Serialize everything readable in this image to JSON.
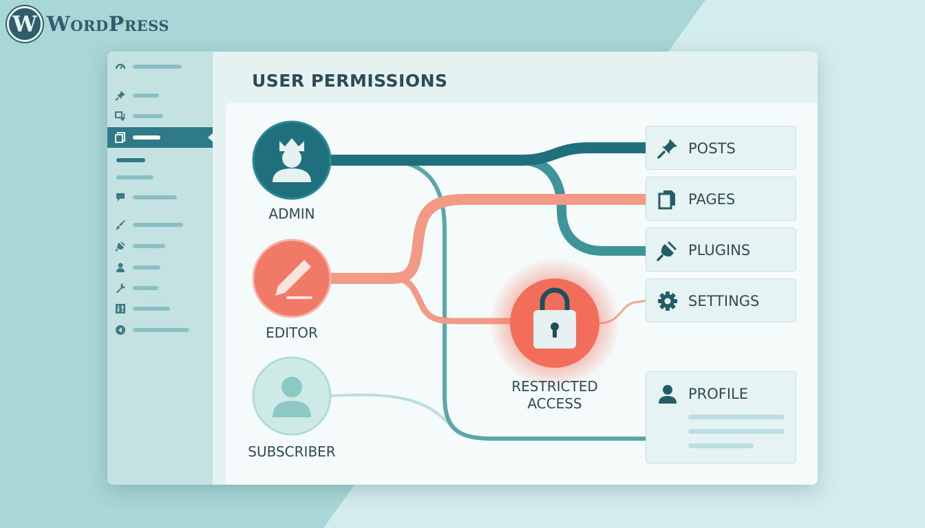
{
  "brand": {
    "logo_letter": "W",
    "name": "WordPress"
  },
  "page_title": "USER PERMISSIONS",
  "sidebar": {
    "items": [
      {
        "icon": "dashboard-icon",
        "active": false
      },
      {
        "icon": "pin-icon",
        "active": false
      },
      {
        "icon": "media-icon",
        "active": false
      },
      {
        "icon": "pages-icon",
        "active": true
      },
      {
        "icon": "none",
        "active": false
      },
      {
        "icon": "none",
        "active": false
      },
      {
        "icon": "comment-icon",
        "active": false
      },
      {
        "icon": "brush-icon",
        "active": false
      },
      {
        "icon": "plug-icon",
        "active": false
      },
      {
        "icon": "user-icon",
        "active": false
      },
      {
        "icon": "wrench-icon",
        "active": false
      },
      {
        "icon": "sliders-icon",
        "active": false
      },
      {
        "icon": "collapse-icon",
        "active": false
      }
    ]
  },
  "roles": {
    "admin": "ADMIN",
    "editor": "EDITOR",
    "subscriber": "SUBSCRIBER"
  },
  "restricted": {
    "line1": "RESTRICTED",
    "line2": "ACCESS"
  },
  "permissions": {
    "posts": "POSTS",
    "pages": "PAGES",
    "plugins": "PLUGINS",
    "settings": "SETTINGS",
    "profile": "PROFILE"
  },
  "colors": {
    "admin_teal": "#1f6f7c",
    "editor_coral": "#f07a66",
    "subscriber_light": "#b7dfdc",
    "active_sidebar": "#2e7a86"
  }
}
